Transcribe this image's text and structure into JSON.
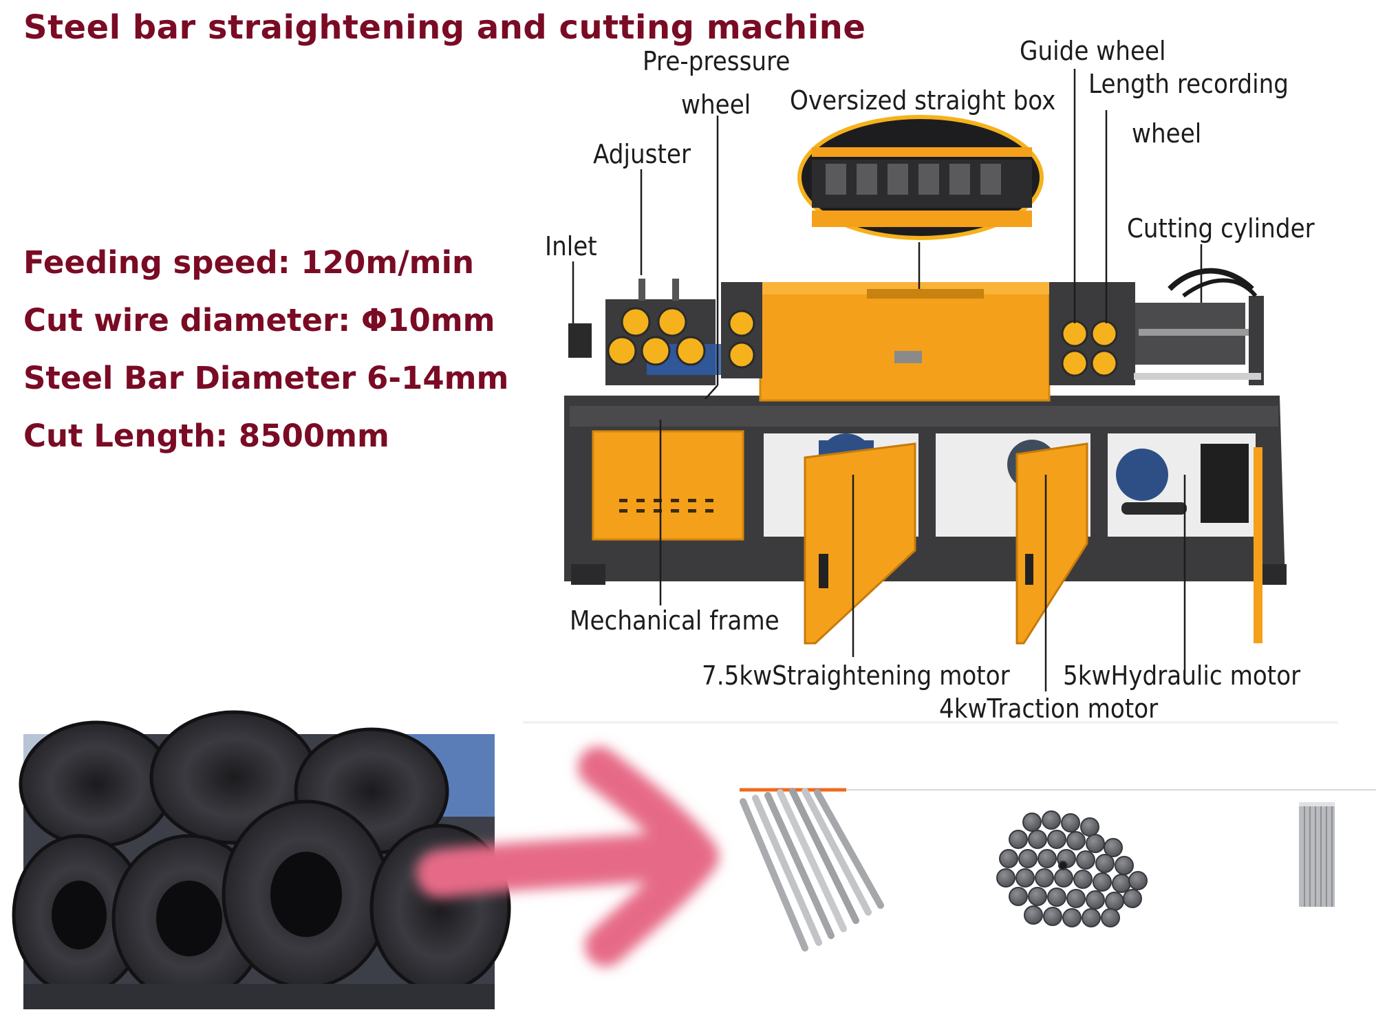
{
  "title": "Steel bar straightening and cutting machine",
  "specs": [
    "Feeding speed: 120m/min",
    "Cut wire diameter: Φ10mm",
    "Steel Bar Diameter 6-14mm",
    "Cut Length: 8500mm"
  ],
  "callouts": {
    "pre_pressure_line1": "Pre-pressure",
    "pre_pressure_line2": "wheel",
    "oversized_box": "Oversized straight box",
    "guide_wheel": "Guide wheel",
    "length_recording_line1": "Length recording",
    "length_recording_line2": "wheel",
    "adjuster": "Adjuster",
    "inlet": "Inlet",
    "cutting_cylinder": "Cutting cylinder",
    "mechanical_frame": "Mechanical frame",
    "straightening_motor": "7.5kwStraightening motor",
    "hydraulic_motor": "5kwHydraulic motor",
    "traction_motor": "4kwTraction motor"
  },
  "colors": {
    "title_text": "#7a0b24",
    "machine_orange": "#f5a01a",
    "frame_dark": "#3b3b3d",
    "arrow_pink": "#e66a87",
    "tab_accent": "#f06a1e"
  },
  "icons": [
    "wire-coil-photo",
    "process-arrow-icon",
    "straight-bars-photo",
    "cut-bar-bundle-photo",
    "upright-bars-photo"
  ]
}
